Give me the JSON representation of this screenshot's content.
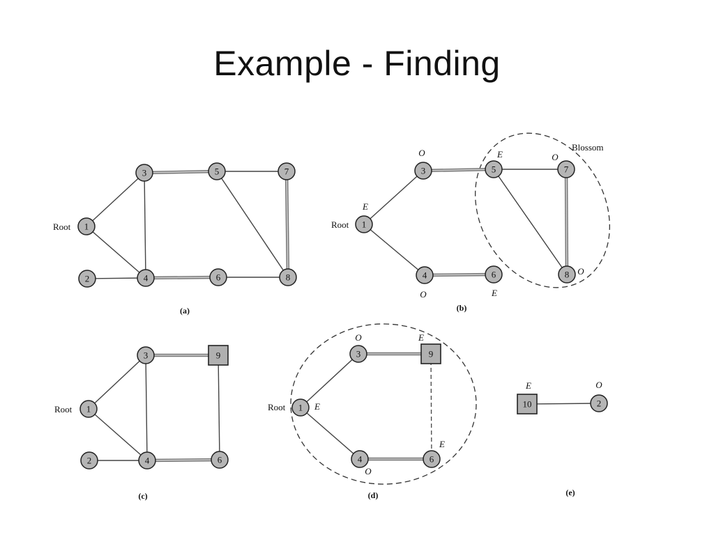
{
  "slide": {
    "title": "Example - Finding"
  },
  "root_label": "Root",
  "blossom_label": "Blossom",
  "captions": {
    "a": "(a)",
    "b": "(b)",
    "c": "(c)",
    "d": "(d)",
    "e": "(e)"
  },
  "nodes": {
    "n1": "1",
    "n2": "2",
    "n3": "3",
    "n4": "4",
    "n5": "5",
    "n6": "6",
    "n7": "7",
    "n8": "8",
    "n9": "9",
    "n10": "10"
  },
  "tags": {
    "even": "E",
    "odd": "O"
  }
}
